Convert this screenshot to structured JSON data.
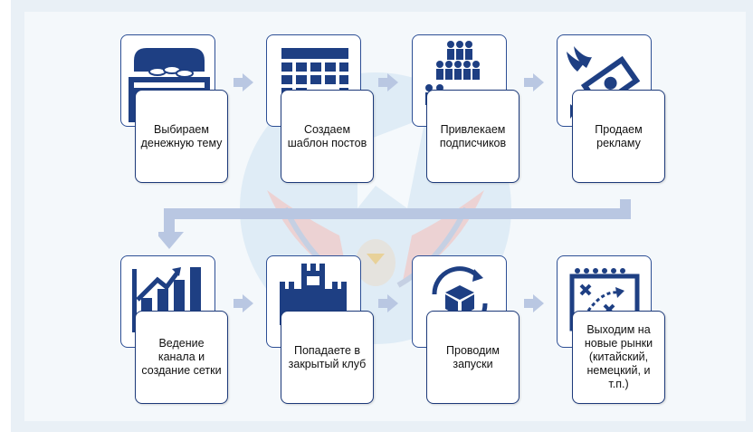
{
  "colors": {
    "icon_dark": "#1e3f83",
    "card_border": "#1d3a7a",
    "arrow_fill": "#b9c7e2",
    "stage_bg": "#e9f0f6"
  },
  "steps": [
    {
      "label": "Выбираем денежную тему",
      "icon": "treasure-chest-icon"
    },
    {
      "label": "Создаем шаблон постов",
      "icon": "calendar-icon"
    },
    {
      "label": "Привлекаем подписчиков",
      "icon": "people-group-icon"
    },
    {
      "label": "Продаем рекламу",
      "icon": "flying-money-icon"
    },
    {
      "label": "Ведение канала и создание сетки",
      "icon": "growth-chart-icon"
    },
    {
      "label": "Попадаете в закрытый клуб",
      "icon": "castle-icon"
    },
    {
      "label": "Проводим запуски",
      "icon": "package-cycle-icon"
    },
    {
      "label": "Выходим на новые рынки (китайский, немецкий, и т.п.)",
      "icon": "strategy-board-icon"
    }
  ]
}
